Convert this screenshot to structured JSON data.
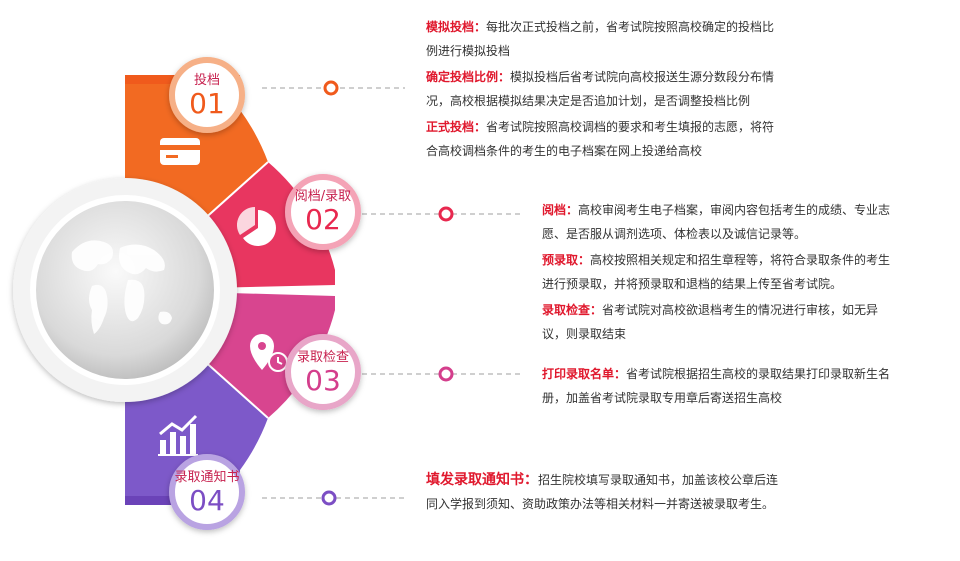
{
  "stages": [
    {
      "label": "投档",
      "number": "01",
      "color": "#f05a1c"
    },
    {
      "label": "阅档/录取",
      "number": "02",
      "color": "#e8284f"
    },
    {
      "label": "录取检查",
      "number": "03",
      "color": "#d43e8c"
    },
    {
      "label": "录取通知书",
      "number": "04",
      "color": "#7c4ec4"
    }
  ],
  "dot_colors": [
    "#f05a1c",
    "#e8284f",
    "#d43e8c",
    "#7c4ec4"
  ],
  "icons": [
    "credit-card-icon",
    "pie-chart-icon",
    "location-clock-icon",
    "bar-chart-icon",
    "globe-icon"
  ],
  "descriptions": {
    "group1": [
      {
        "term": "模拟投档：",
        "text": "每批次正式投档之前，省考试院按照高校确定的投档比例进行模拟投档"
      },
      {
        "term": "确定投档比例：",
        "text": "模拟投档后省考试院向高校报送生源分数段分布情况，高校根据模拟结果决定是否追加计划，是否调整投档比例"
      },
      {
        "term": "正式投档：",
        "text": "省考试院按照高校调档的要求和考生填报的志愿，将符合高校调档条件的考生的电子档案在网上投递给高校"
      }
    ],
    "group2": [
      {
        "term": "阅档：",
        "text": "高校审阅考生电子档案，审阅内容包括考生的成绩、专业志愿、是否服从调剂选项、体检表以及诚信记录等。"
      },
      {
        "term": "预录取：",
        "text": "高校按照相关规定和招生章程等，将符合录取条件的考生进行预录取，并将预录取和退档的结果上传至省考试院。"
      },
      {
        "term": "录取检查：",
        "text": "省考试院对高校欲退档考生的情况进行审核，如无异议，则录取结束"
      }
    ],
    "group3": [
      {
        "term": "打印录取名单：",
        "text": "省考试院根据招生高校的录取结果打印录取新生名册，加盖省考试院录取专用章后寄送招生高校"
      }
    ],
    "group4": [
      {
        "term": "填发录取通知书：",
        "text": "招生院校填写录取通知书，加盖该校公章后连同入学报到须知、资助政策办法等相关材料一并寄送被录取考生。"
      }
    ]
  }
}
